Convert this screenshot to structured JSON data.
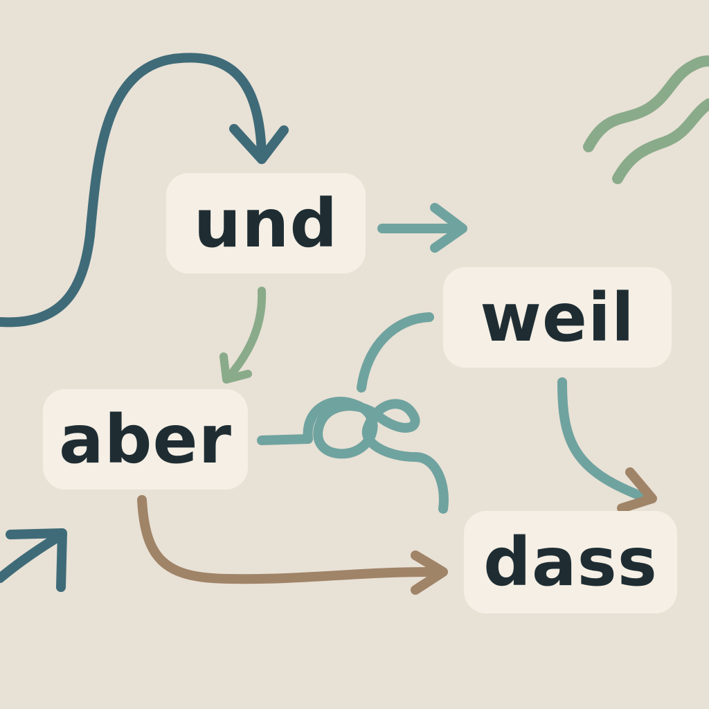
{
  "words": {
    "und": "und",
    "weil": "weil",
    "aber": "aber",
    "dass": "dass"
  },
  "colors": {
    "background": "#e8e1d6",
    "box": "#f5efe5",
    "text": "#1f2d33",
    "teal_dark": "#3f6b78",
    "teal": "#6fa39f",
    "sage": "#8aab8a",
    "brown": "#a08468"
  },
  "connections": [
    {
      "from": "left-edge",
      "to": "und",
      "color": "teal_dark"
    },
    {
      "from": "und",
      "to": "weil",
      "color": "teal"
    },
    {
      "from": "und",
      "to": "aber",
      "color": "sage"
    },
    {
      "from": "weil",
      "to": "dass",
      "color": "teal"
    },
    {
      "from": "aber",
      "to": "dass",
      "color": "brown"
    },
    {
      "from": "aber",
      "to": "knot",
      "color": "teal"
    },
    {
      "from": "weil",
      "to": "knot",
      "color": "teal"
    }
  ]
}
